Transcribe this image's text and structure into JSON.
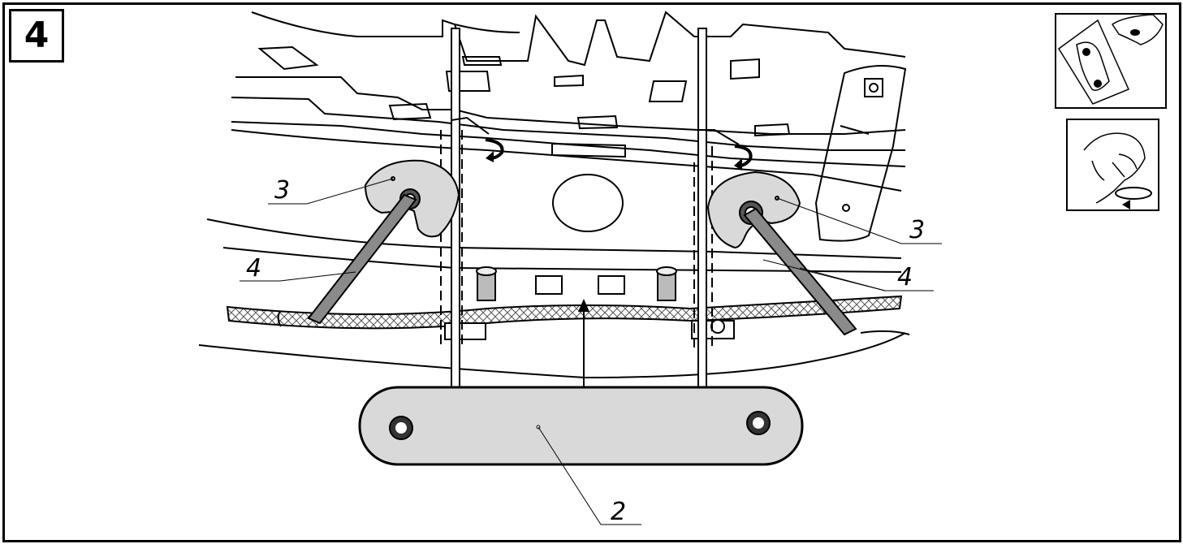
{
  "step_number": "4",
  "callouts": {
    "strap": "2",
    "washer_left": "3",
    "washer_right": "3",
    "rod_left": "4",
    "rod_right": "4"
  },
  "icons": {
    "view_orientation": "car-underside-view-icon",
    "hand_tighten": "hand-tighten-rotate-icon"
  },
  "colors": {
    "line": "#000000",
    "part_fill": "#d9d9d9",
    "rod_fill": "#8a8a8a",
    "background": "#ffffff"
  }
}
